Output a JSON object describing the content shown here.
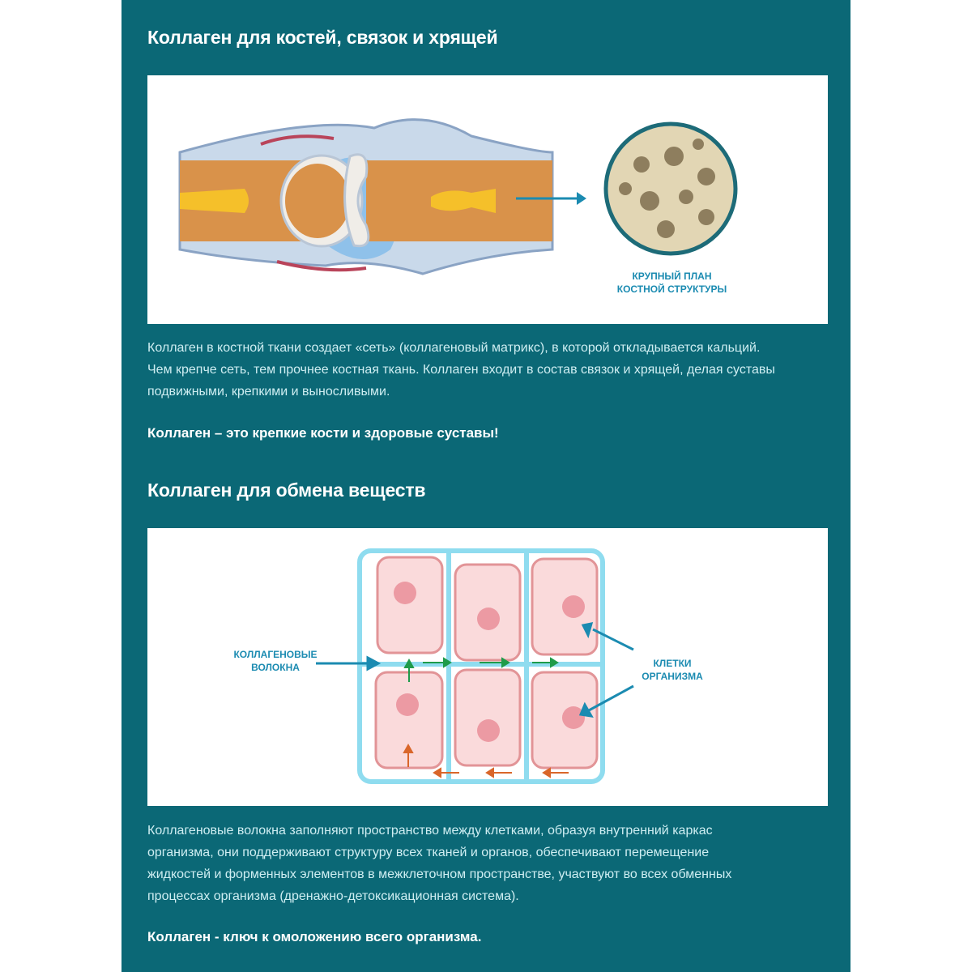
{
  "section1": {
    "title": "Коллаген для костей, связок и хрящей",
    "image_label_lines": [
      "КРУПНЫЙ ПЛАН",
      "КОСТНОЙ СТРУКТУРЫ"
    ],
    "paragraph_lines": [
      "Коллаген в костной ткани создает «сеть» (коллагеновый матрикс), в которой откладывается кальций.",
      "Чем крепче сеть, тем прочнее костная ткань. Коллаген входит в состав связок и хрящей, делая суставы",
      "подвижными, крепкими и выносливыми."
    ],
    "tagline": "Коллаген – это крепкие кости и здоровые суставы!"
  },
  "section2": {
    "title": "Коллаген для обмена веществ",
    "label_fibers": [
      "КОЛЛАГЕНОВЫЕ",
      "ВОЛОКНА"
    ],
    "label_cells": [
      "КЛЕТКИ",
      "ОРГАНИЗМА"
    ],
    "paragraph_lines": [
      "Коллагеновые волокна заполняют пространство между клетками, образуя внутренний каркас",
      "организма, они поддерживают структуру всех тканей и органов, обеспечивают перемещение",
      "жидкостей и форменных элементов в межклеточном пространстве, участвуют во всех обменных",
      "процессах организма (дренажно-детоксикационная система)."
    ],
    "tagline": "Коллаген - ключ к омоложению всего организма."
  },
  "colors": {
    "panel": "#0b6876",
    "accent": "#1b8bb1"
  }
}
